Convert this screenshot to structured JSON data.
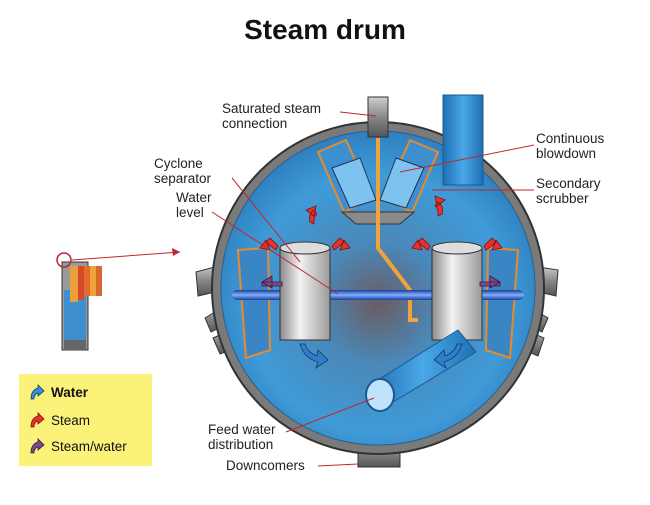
{
  "title": "Steam drum",
  "labels": {
    "saturated_steam_1": "Saturated steam",
    "saturated_steam_2": "connection",
    "continuous_1": "Continuous",
    "continuous_2": "blowdown",
    "cyclone_1": "Cyclone",
    "cyclone_2": "separator",
    "water_level_1": "Water",
    "water_level_2": "level",
    "secondary_1": "Secondary",
    "secondary_2": "scrubber",
    "feed_1": "Feed water",
    "feed_2": "distribution",
    "downcomers": "Downcomers"
  },
  "legend": {
    "items": [
      {
        "label": "Water",
        "color": "#3a8fd0"
      },
      {
        "label": "Steam",
        "color": "#e8312b"
      },
      {
        "label": "Steam/water",
        "color": "#7a4a86"
      }
    ]
  },
  "colors": {
    "drum_fill": "#3e9bd6",
    "shell": "#6f6f6f",
    "pipe_blue": "#2f8fd6",
    "steam_arrow": "#e8312b",
    "water_arrow": "#2f7fc8",
    "legend_bg": "#fbf27a",
    "callout_line": "#c0272d"
  }
}
